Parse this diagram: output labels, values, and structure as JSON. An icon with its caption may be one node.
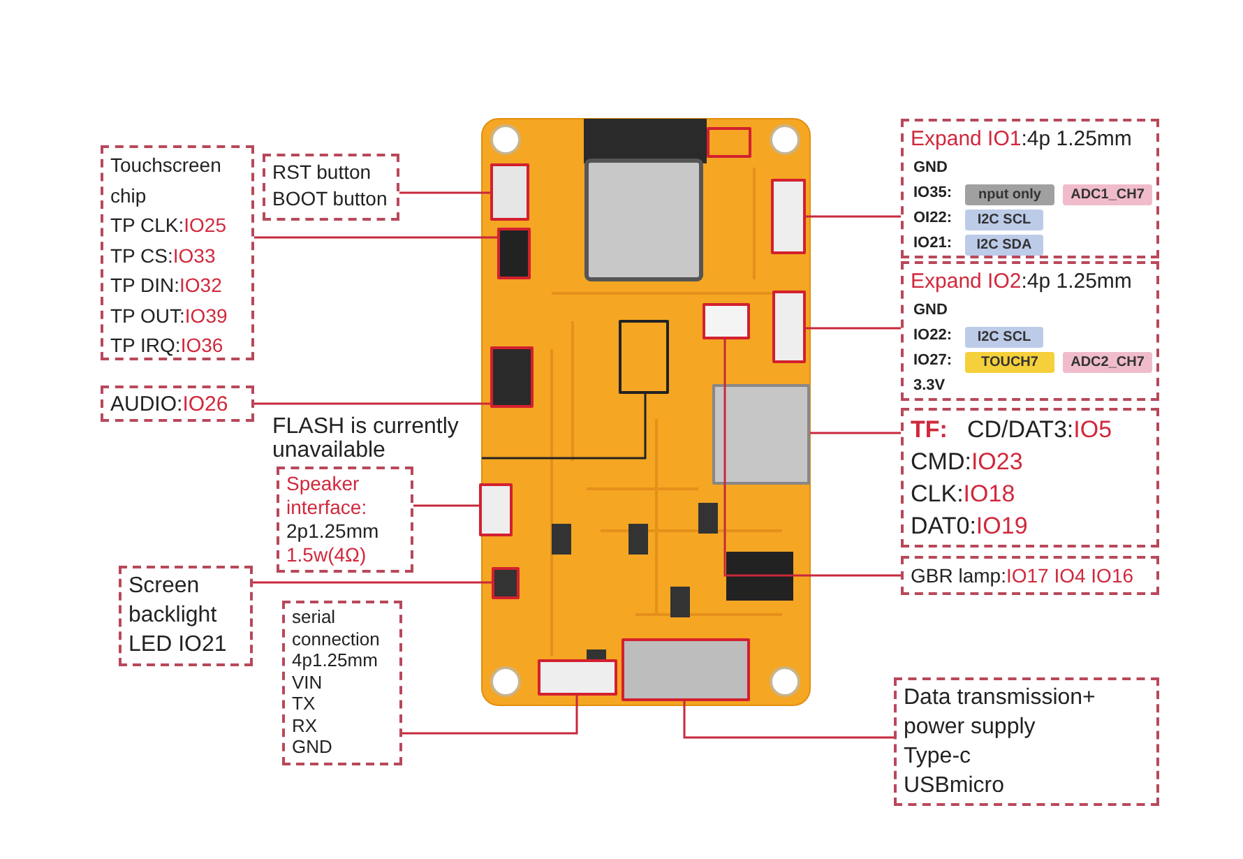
{
  "diagram": {
    "nodes": [
      {
        "text": [
          "Touchscreen chip",
          "TP CLK:IO25",
          "TP CS:IO33",
          "TP DIN:IO32",
          "TP OUT:IO39",
          "TP IRQ:IO36"
        ]
      },
      {
        "text": [
          "RST button",
          "BOOT button"
        ]
      },
      {
        "text": [
          "AUDIO:IO26"
        ]
      },
      {
        "text": [
          "FLASH is currently unavailable"
        ]
      },
      {
        "text": [
          "Speaker interface:",
          "2p1.25mm",
          "1.5w(4Ω)"
        ]
      },
      {
        "text": [
          "Screen backlight LED IO21"
        ]
      },
      {
        "text": [
          "serial connection",
          "4p1.25mm",
          "VIN",
          "TX",
          "RX",
          "GND"
        ]
      },
      {
        "text": [
          "Expand IO1:4p 1.25mm",
          "GND",
          "IO35:",
          "OI22:",
          "IO21:"
        ]
      },
      {
        "text": [
          "nput only"
        ],
        "in": 7
      },
      {
        "text": [
          "ADC1_CH7"
        ],
        "in": 7
      },
      {
        "text": [
          "I2C SCL"
        ],
        "in": 7
      },
      {
        "text": [
          "I2C SDA"
        ],
        "in": 7
      },
      {
        "text": [
          "Expand IO2:4p 1.25mm",
          "GND",
          "IO22:",
          "IO27:",
          "3.3V"
        ]
      },
      {
        "text": [
          "I2C SCL"
        ],
        "in": 12
      },
      {
        "text": [
          "TOUCH7"
        ],
        "in": 12
      },
      {
        "text": [
          "ADC2_CH7"
        ],
        "in": 12
      },
      {
        "text": [
          "TF:",
          "CD/DAT3:IO5",
          "CMD:IO23",
          "CLK:IO18",
          "DAT0:IO19"
        ]
      },
      {
        "text": [
          "GBR lamp:IO17 IO4 IO16"
        ]
      },
      {
        "text": [
          "Data transmission+ power supply",
          "Type-c",
          "USBmicro"
        ]
      },
      {
        "text": [],
        "shape": "box"
      },
      {
        "text": [],
        "shape": "box"
      },
      {
        "text": [],
        "shape": "box"
      },
      {
        "text": [],
        "shape": "box"
      },
      {
        "text": [],
        "shape": "box"
      },
      {
        "text": [],
        "shape": "box"
      },
      {
        "text": [],
        "shape": "box"
      },
      {
        "text": [],
        "shape": "box"
      },
      {
        "text": [],
        "shape": "box"
      },
      {
        "text": [],
        "shape": "box"
      },
      {
        "text": [],
        "shape": "box"
      },
      {
        "text": [],
        "shape": "box"
      },
      {
        "text": [],
        "shape": "box"
      }
    ],
    "edges": [
      {
        "from": 0,
        "to": 21,
        "arrow": "none"
      },
      {
        "from": 1,
        "to": 20,
        "arrow": "none"
      },
      {
        "from": 2,
        "to": 25,
        "arrow": "none"
      },
      {
        "from": 3,
        "to": 26,
        "arrow": "none",
        "color": "#222222"
      },
      {
        "from": 4,
        "to": 28,
        "arrow": "none"
      },
      {
        "from": 5,
        "to": 29,
        "arrow": "none"
      },
      {
        "from": 6,
        "to": 30,
        "arrow": "none"
      },
      {
        "from": 7,
        "to": 22,
        "arrow": "none"
      },
      {
        "from": 12,
        "to": 23,
        "arrow": "none"
      },
      {
        "from": 16,
        "to": 27,
        "arrow": "none"
      },
      {
        "from": 17,
        "to": 24,
        "arrow": "none"
      },
      {
        "from": 18,
        "to": 31,
        "arrow": "none"
      }
    ]
  }
}
